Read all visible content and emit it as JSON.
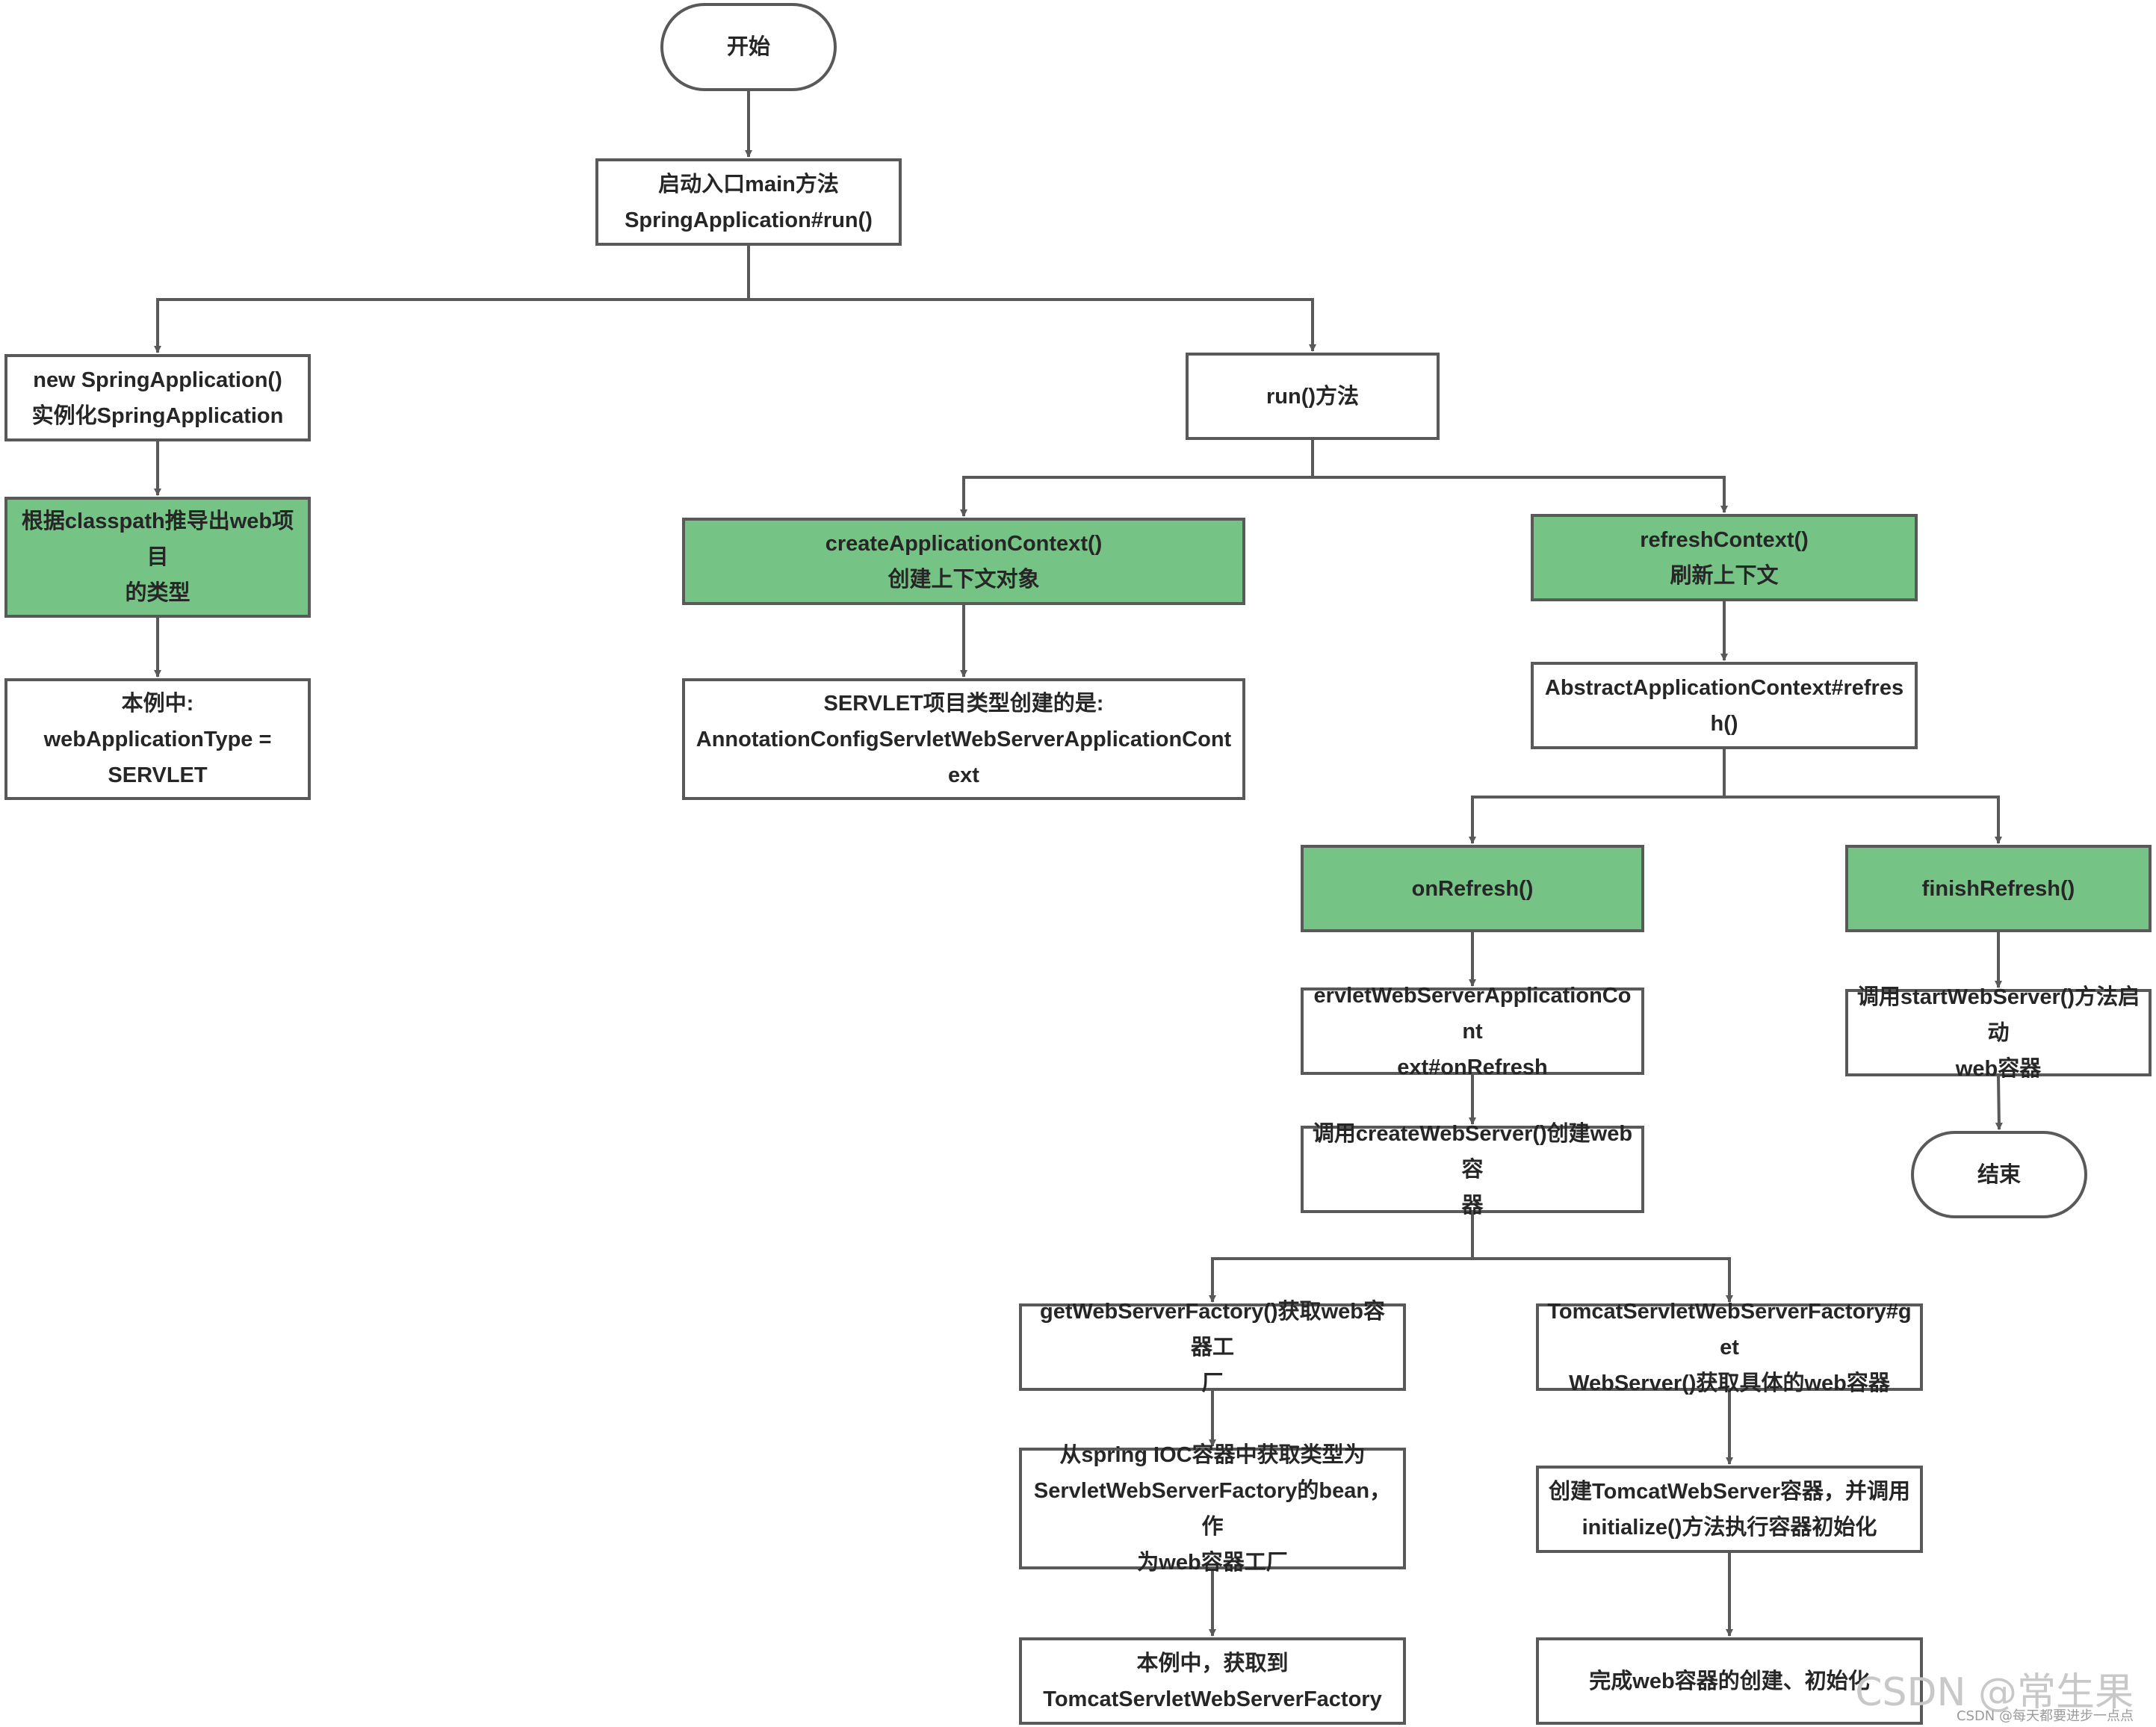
{
  "nodes": {
    "start": "开始",
    "main": "启动入口main方法\nSpringApplication#run()",
    "new_app": "new SpringApplication()\n实例化SpringApplication",
    "deduce": "根据classpath推导出web项目\n的类型",
    "servlet_type": "本例中:\nwebApplicationType =\nSERVLET",
    "run_method": "run()方法",
    "create_ctx": "createApplicationContext()\n创建上下文对象",
    "servlet_ctx": "SERVLET项目类型创建的是:\nAnnotationConfigServletWebServerApplicationContext",
    "refresh_ctx": "refreshContext()\n刷新上下文",
    "abstract_refresh": "AbstractApplicationContext#refresh()",
    "on_refresh": "onRefresh()",
    "finish_refresh": "finishRefresh()",
    "servlet_on_refresh": "ervletWebServerApplicationCont\next#onRefresh",
    "start_web": "调用startWebServer()方法启动\nweb容器",
    "end": "结束",
    "create_web": "调用createWebServer()创建web容\n器",
    "get_factory": "getWebServerFactory()获取web容器工\n厂",
    "tomcat_get": "TomcatServletWebServerFactory#get\nWebServer()获取具体的web容器",
    "from_ioc": "从spring IOC容器中获取类型为\nServletWebServerFactory的bean，作\n为web容器工厂",
    "create_tomcat": "创建TomcatWebServer容器，并调用\ninitialize()方法执行容器初始化",
    "got_factory": "本例中，获取到\nTomcatServletWebServerFactory",
    "complete": "完成web容器的创建、初始化"
  },
  "edges": [
    [
      "start",
      "main"
    ],
    [
      "main",
      "new_app"
    ],
    [
      "main",
      "run_method"
    ],
    [
      "new_app",
      "deduce"
    ],
    [
      "deduce",
      "servlet_type"
    ],
    [
      "run_method",
      "create_ctx"
    ],
    [
      "run_method",
      "refresh_ctx"
    ],
    [
      "create_ctx",
      "servlet_ctx"
    ],
    [
      "refresh_ctx",
      "abstract_refresh"
    ],
    [
      "abstract_refresh",
      "on_refresh"
    ],
    [
      "abstract_refresh",
      "finish_refresh"
    ],
    [
      "on_refresh",
      "servlet_on_refresh"
    ],
    [
      "servlet_on_refresh",
      "create_web"
    ],
    [
      "create_web",
      "get_factory"
    ],
    [
      "create_web",
      "tomcat_get"
    ],
    [
      "get_factory",
      "from_ioc"
    ],
    [
      "from_ioc",
      "got_factory"
    ],
    [
      "tomcat_get",
      "create_tomcat"
    ],
    [
      "create_tomcat",
      "complete"
    ],
    [
      "finish_refresh",
      "start_web"
    ],
    [
      "start_web",
      "end"
    ]
  ],
  "highlighted_nodes": [
    "deduce",
    "create_ctx",
    "refresh_ctx",
    "on_refresh",
    "finish_refresh"
  ],
  "colors": {
    "highlight_fill": "#76c386",
    "border": "#595959",
    "text": "#262626",
    "watermark": "#c8c8c8"
  },
  "watermark": {
    "main": "CSDN @常生果",
    "small": "CSDN @每天都要进步一点点"
  }
}
